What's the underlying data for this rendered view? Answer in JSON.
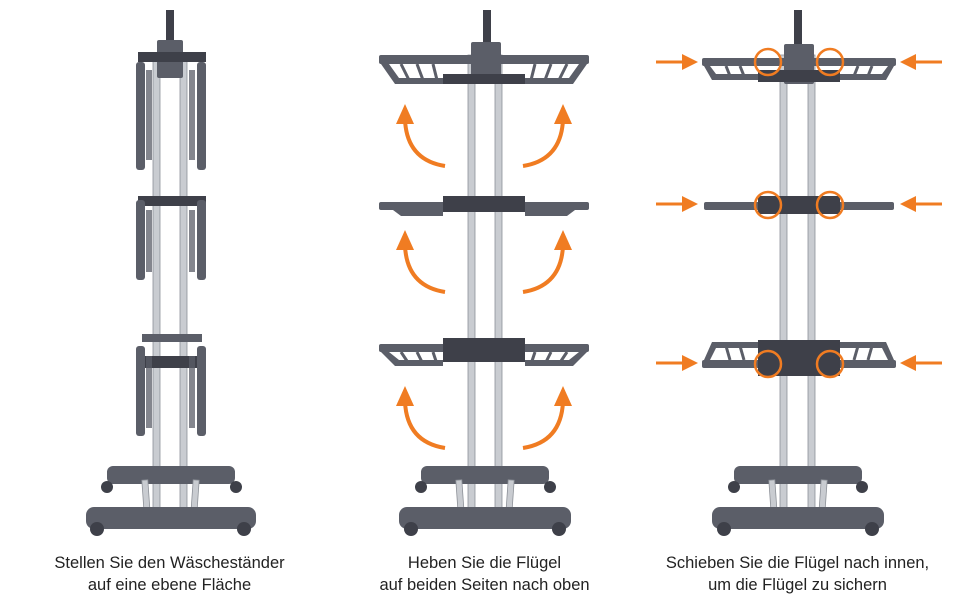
{
  "colors": {
    "frame_grey": "#5b5e68",
    "frame_dark": "#3e4049",
    "rod_silver": "#c9ccd1",
    "accent_orange": "#f07c22",
    "caption_text": "#222222"
  },
  "steps": [
    {
      "illustration": "drying-rack-folded",
      "caption_line1": "Stellen Sie den Wäscheständer",
      "caption_line2": "auf eine ebene Fläche"
    },
    {
      "illustration": "drying-rack-wings-raised-with-up-arrows",
      "caption_line1": "Heben Sie die Flügel",
      "caption_line2": "auf beiden Seiten nach oben"
    },
    {
      "illustration": "drying-rack-wings-locked-with-inward-arrows",
      "caption_line1": "Schieben Sie die Flügel nach innen,",
      "caption_line2": "um die Flügel zu sichern"
    }
  ]
}
